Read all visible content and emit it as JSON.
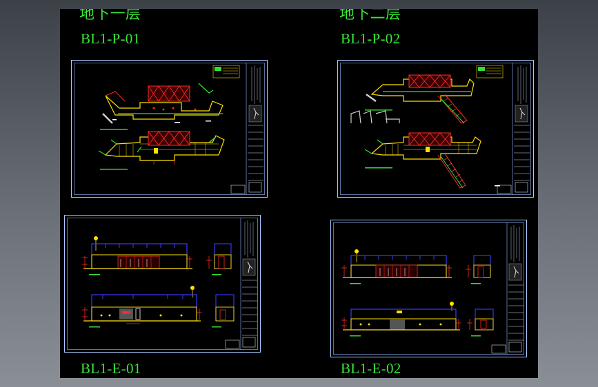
{
  "colors": {
    "label": "#39e639",
    "canvas_bg": "#000000",
    "frame": "#a8c8ff",
    "wall": "#ffe000",
    "red": "#ff2a2a",
    "blue": "#3a3aff",
    "green": "#33dd33",
    "cyan": "#00d8e0",
    "white": "#ffffff"
  },
  "sheets": [
    {
      "id": "p01",
      "floor_label": "地下一层",
      "code": "BL1-P-01",
      "kind": "plan"
    },
    {
      "id": "p02",
      "floor_label": "地下二层",
      "code": "BL1-P-02",
      "kind": "plan"
    },
    {
      "id": "e01",
      "floor_label": "",
      "code": "BL1-E-01",
      "kind": "elevation"
    },
    {
      "id": "e02",
      "floor_label": "",
      "code": "BL1-E-02",
      "kind": "elevation"
    }
  ]
}
